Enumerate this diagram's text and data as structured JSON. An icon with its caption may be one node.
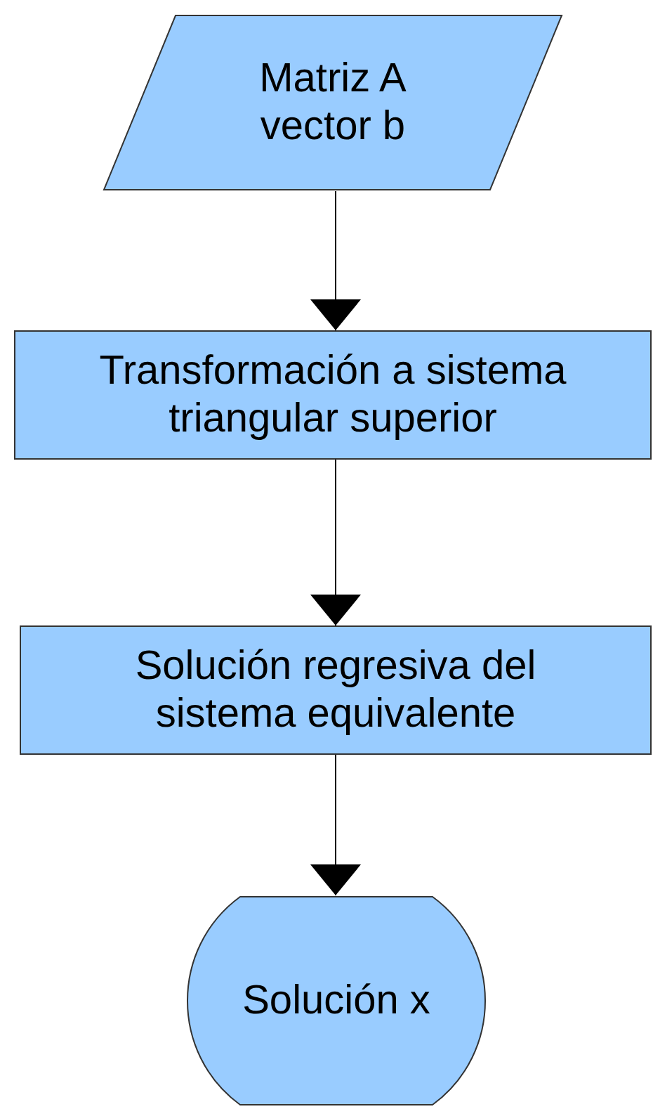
{
  "diagram": {
    "nodes": [
      {
        "text": [
          "Matriz A vector b"
        ]
      },
      {
        "text": [
          "Transformación a sistema triangular superior"
        ]
      },
      {
        "text": [
          "Solución regresiva del sistema equivalente"
        ]
      },
      {
        "text": [
          "Solución x"
        ]
      }
    ],
    "edges": [
      {
        "from": 0,
        "to": 1,
        "arrow": "to"
      },
      {
        "from": 1,
        "to": 2,
        "arrow": "to"
      },
      {
        "from": 2,
        "to": 3,
        "arrow": "to"
      }
    ]
  }
}
